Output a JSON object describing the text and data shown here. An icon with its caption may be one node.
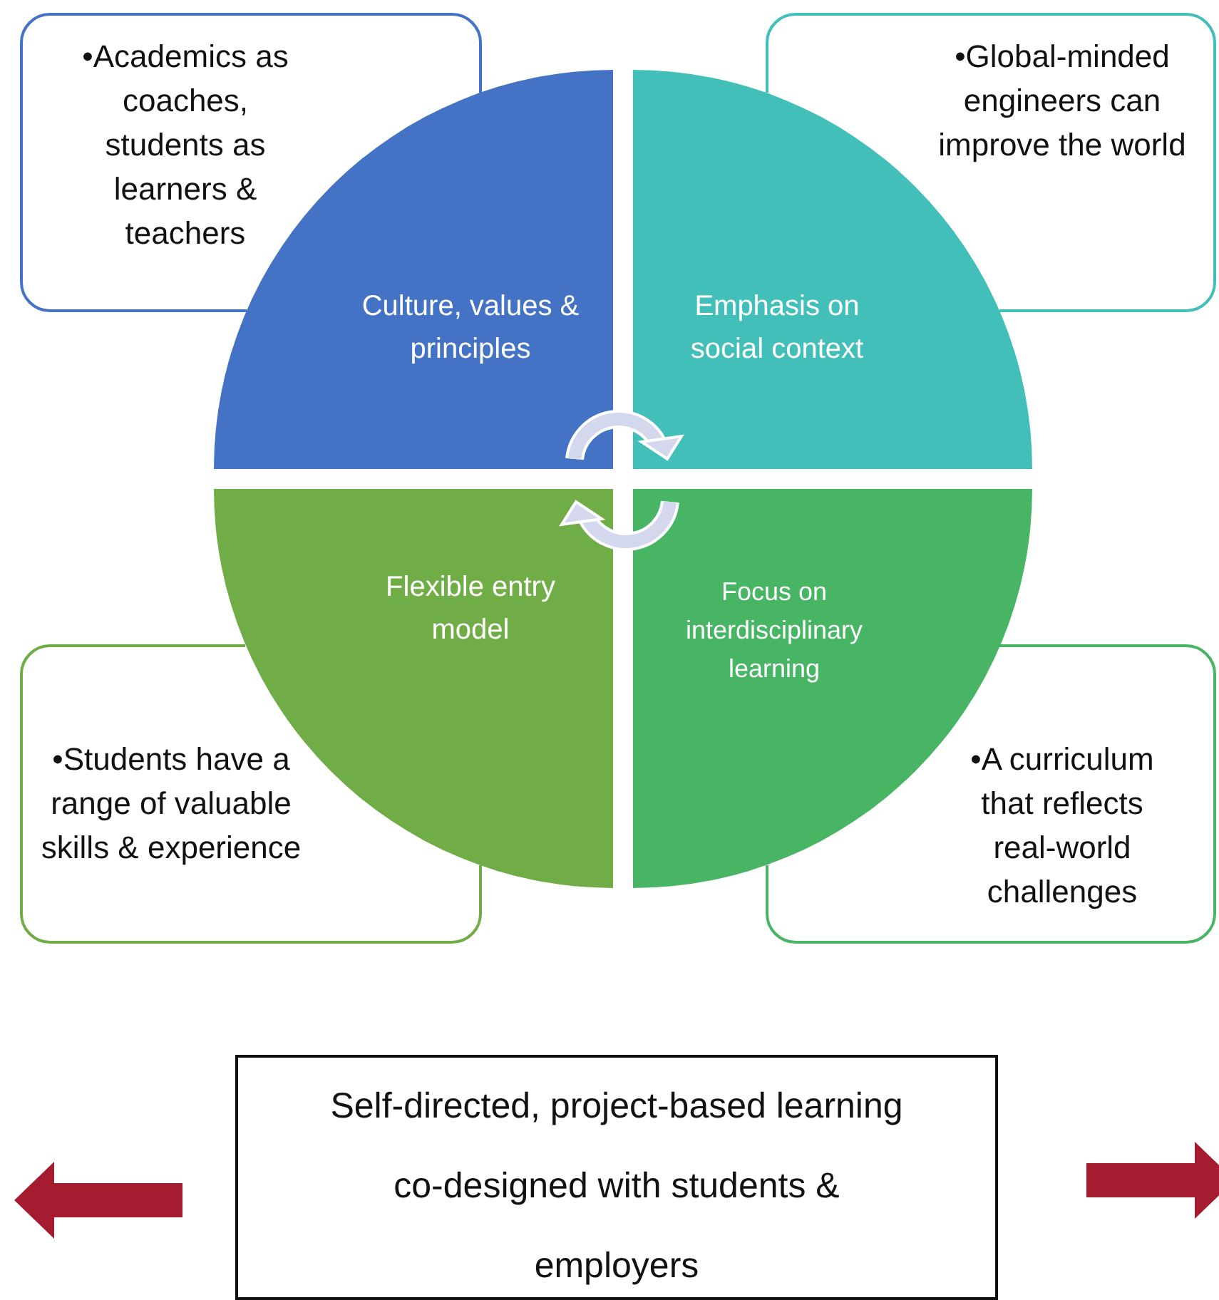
{
  "diagram": {
    "nodes": [
      {
        "text": [
          "•Academics as coaches, students as learners & teachers"
        ]
      },
      {
        "text": [
          "•Global-minded engineers can improve the world"
        ]
      },
      {
        "text": [
          "Culture, values & principles"
        ]
      },
      {
        "text": [
          "Emphasis on social context"
        ]
      },
      {
        "text": [
          "Flexible entry model"
        ]
      },
      {
        "text": [
          "Focus on interdisciplinary learning"
        ]
      },
      {
        "text": [
          "•Students have a range of valuable skills & experience"
        ]
      },
      {
        "text": [
          "•A curriculum that reflects real-world challenges"
        ]
      },
      {
        "text": [
          "Self-directed, project-based learning co-designed with students & employers"
        ]
      }
    ]
  }
}
